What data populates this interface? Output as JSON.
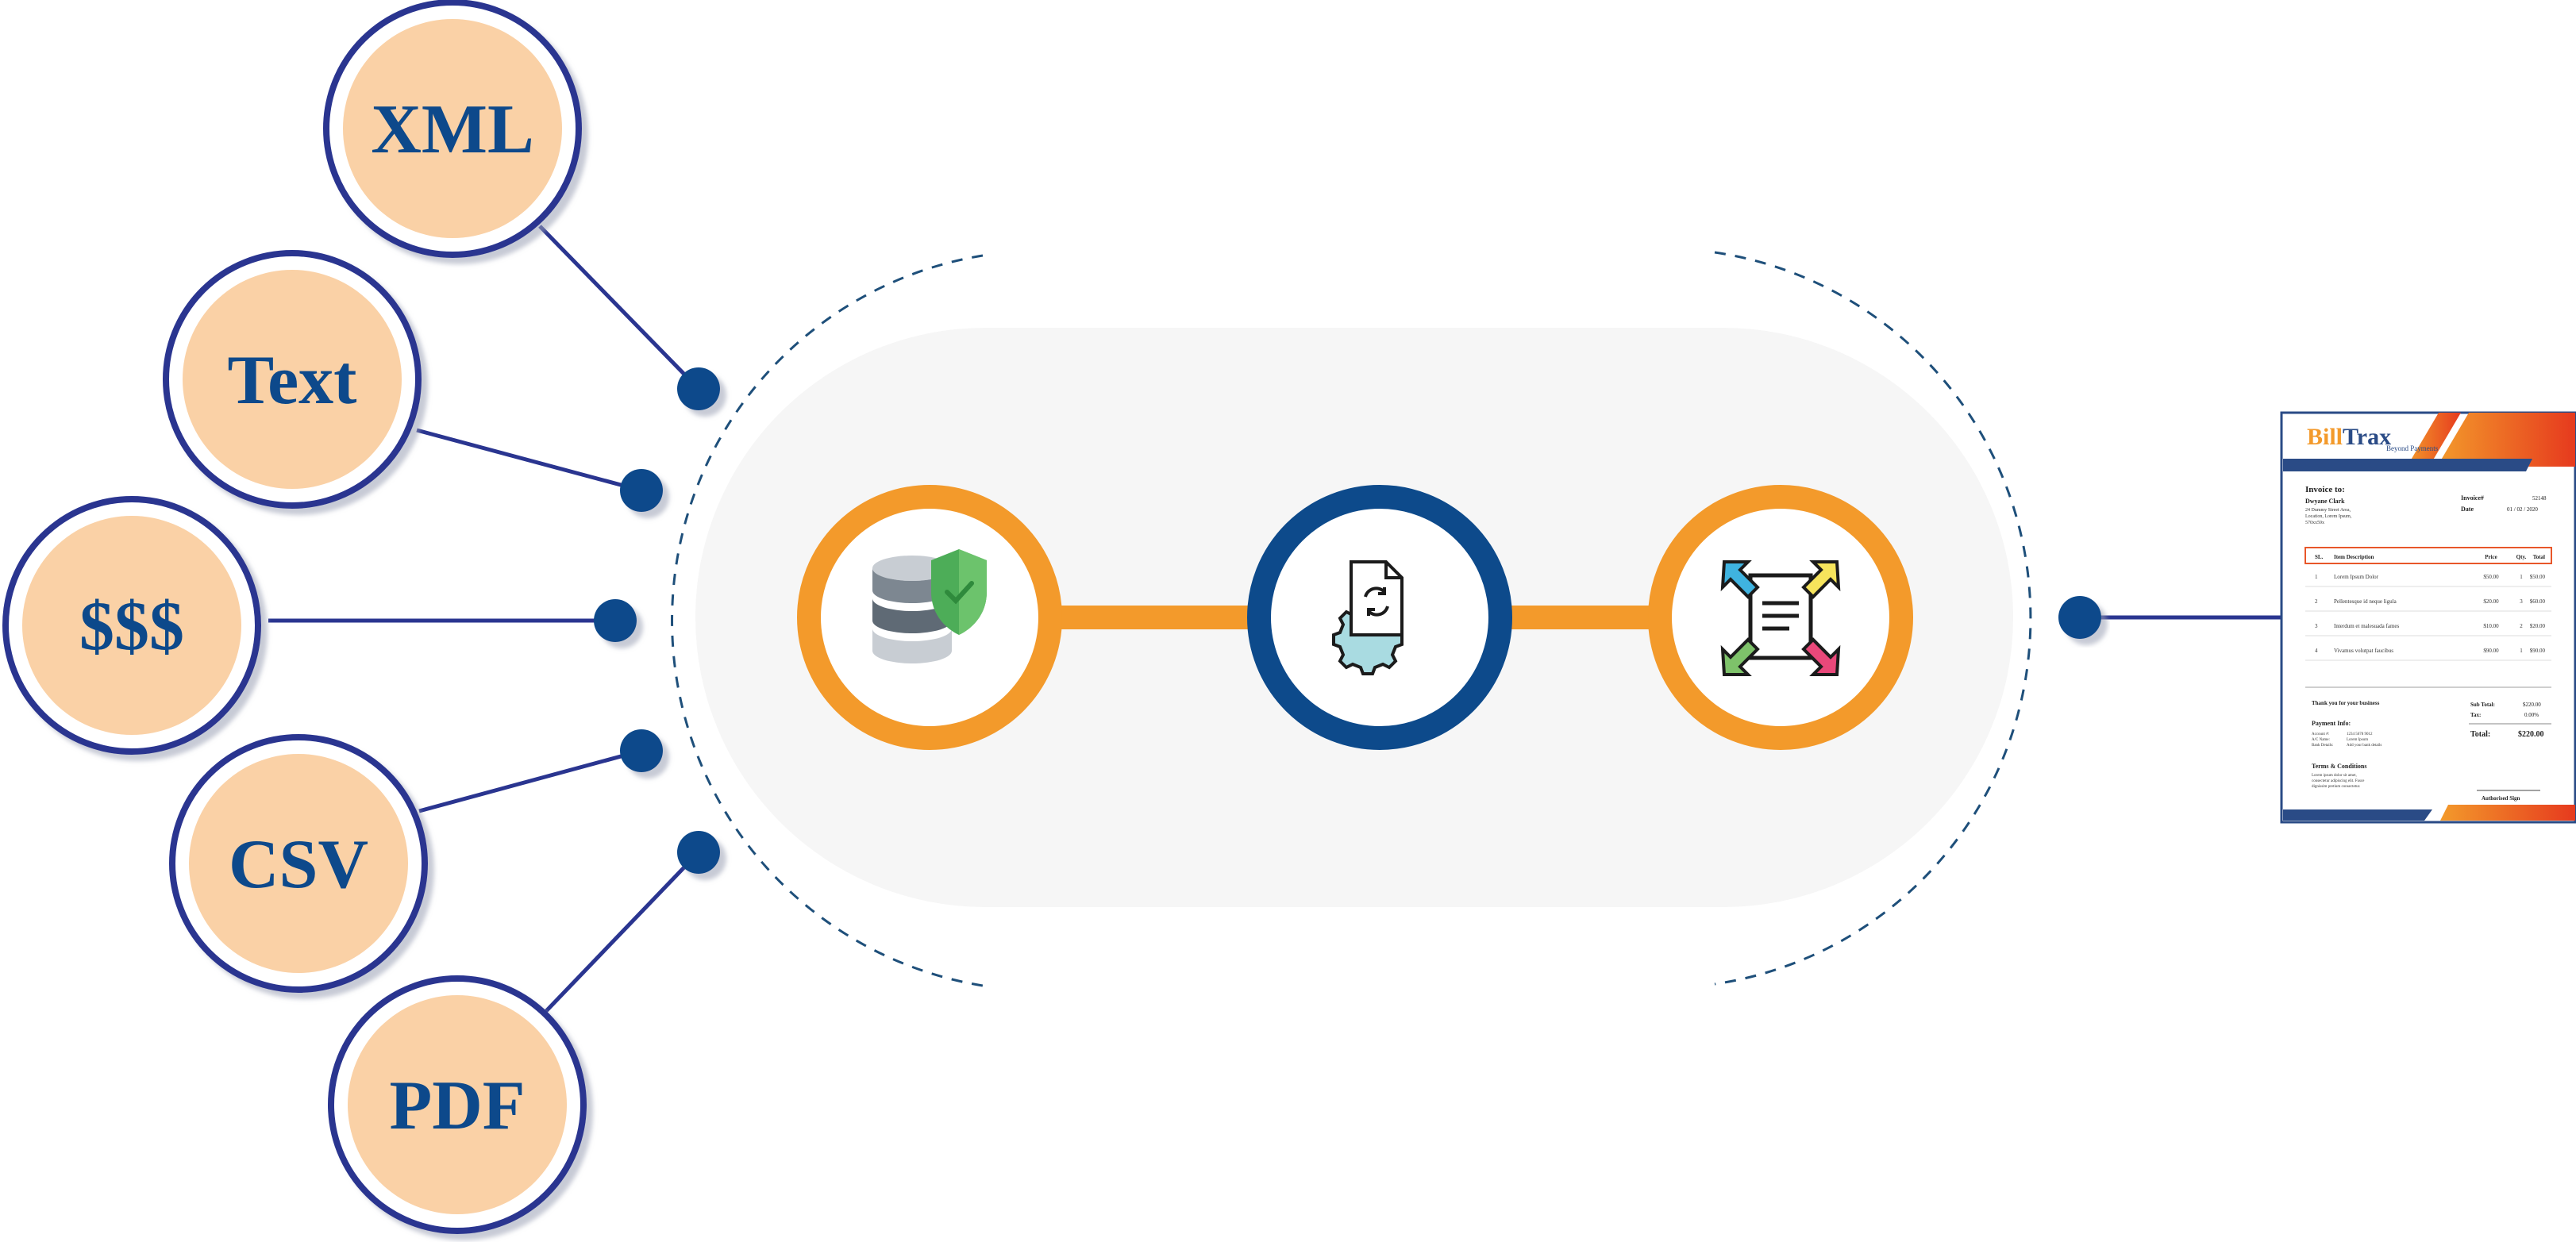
{
  "formats": [
    {
      "label": "XML"
    },
    {
      "label": "Text"
    },
    {
      "label": "$$$"
    },
    {
      "label": "CSV"
    },
    {
      "label": "PDF"
    }
  ],
  "pipeline": [
    {
      "icon": "database-shield-icon",
      "ring_color": "#f39a2b"
    },
    {
      "icon": "document-sync-gear-icon",
      "ring_color": "#0d4a8b"
    },
    {
      "icon": "document-expand-icon",
      "ring_color": "#f39a2b"
    }
  ],
  "colors": {
    "navy": "#0d4a8b",
    "line": "#2a3590",
    "peach": "#fad1a6",
    "orange": "#f39a2b",
    "pill": "#f6f6f6"
  },
  "invoice": {
    "brand_a": "Bill",
    "brand_b": "Trax",
    "tagline": "Beyond Payments",
    "invoice_to": "Invoice to:",
    "client_name": "Dwyane Clark",
    "client_address": "24 Dummy Street Area,",
    "client_city": "Location, Lorem Ipsum,",
    "client_zip": "570xx59x",
    "invoice_no_label": "Invoice#",
    "invoice_no": "52148",
    "date_label": "Date",
    "date": "01 / 02 / 2020",
    "columns": [
      "SL.",
      "Item Description",
      "Price",
      "Qty.",
      "Total"
    ],
    "rows": [
      [
        "1",
        "Lorem Ipsum Dolor",
        "$50.00",
        "1",
        "$50.00"
      ],
      [
        "2",
        "Pellentesque id neque ligula",
        "$20.00",
        "3",
        "$60.00"
      ],
      [
        "3",
        "Interdum et malesuada fames",
        "$10.00",
        "2",
        "$20.00"
      ],
      [
        "4",
        "Vivamus volutpat faucibus",
        "$90.00",
        "1",
        "$90.00"
      ]
    ],
    "thanks": "Thank you for your business",
    "payment_info": "Payment Info:",
    "pay_line1_label": "Account #:",
    "pay_line1_value": "1234 5678 9012",
    "pay_line2_label": "A/C Name:",
    "pay_line2_value": "Lorem Ipsum",
    "pay_line3_label": "Bank Details:",
    "pay_line3_value": "Add your bank details",
    "terms": "Terms & Conditions",
    "terms_line1": "Lorem ipsum dolor sit amet,",
    "terms_line2": "consectetur adipiscing elit. Fusce",
    "terms_line3": "dignissim pretium consectetur.",
    "subtotal_label": "Sub Total:",
    "subtotal": "$220.00",
    "tax_label": "Tax:",
    "tax": "0.00%",
    "total_label": "Total:",
    "total": "$220.00",
    "signature": "Authorised Sign"
  }
}
